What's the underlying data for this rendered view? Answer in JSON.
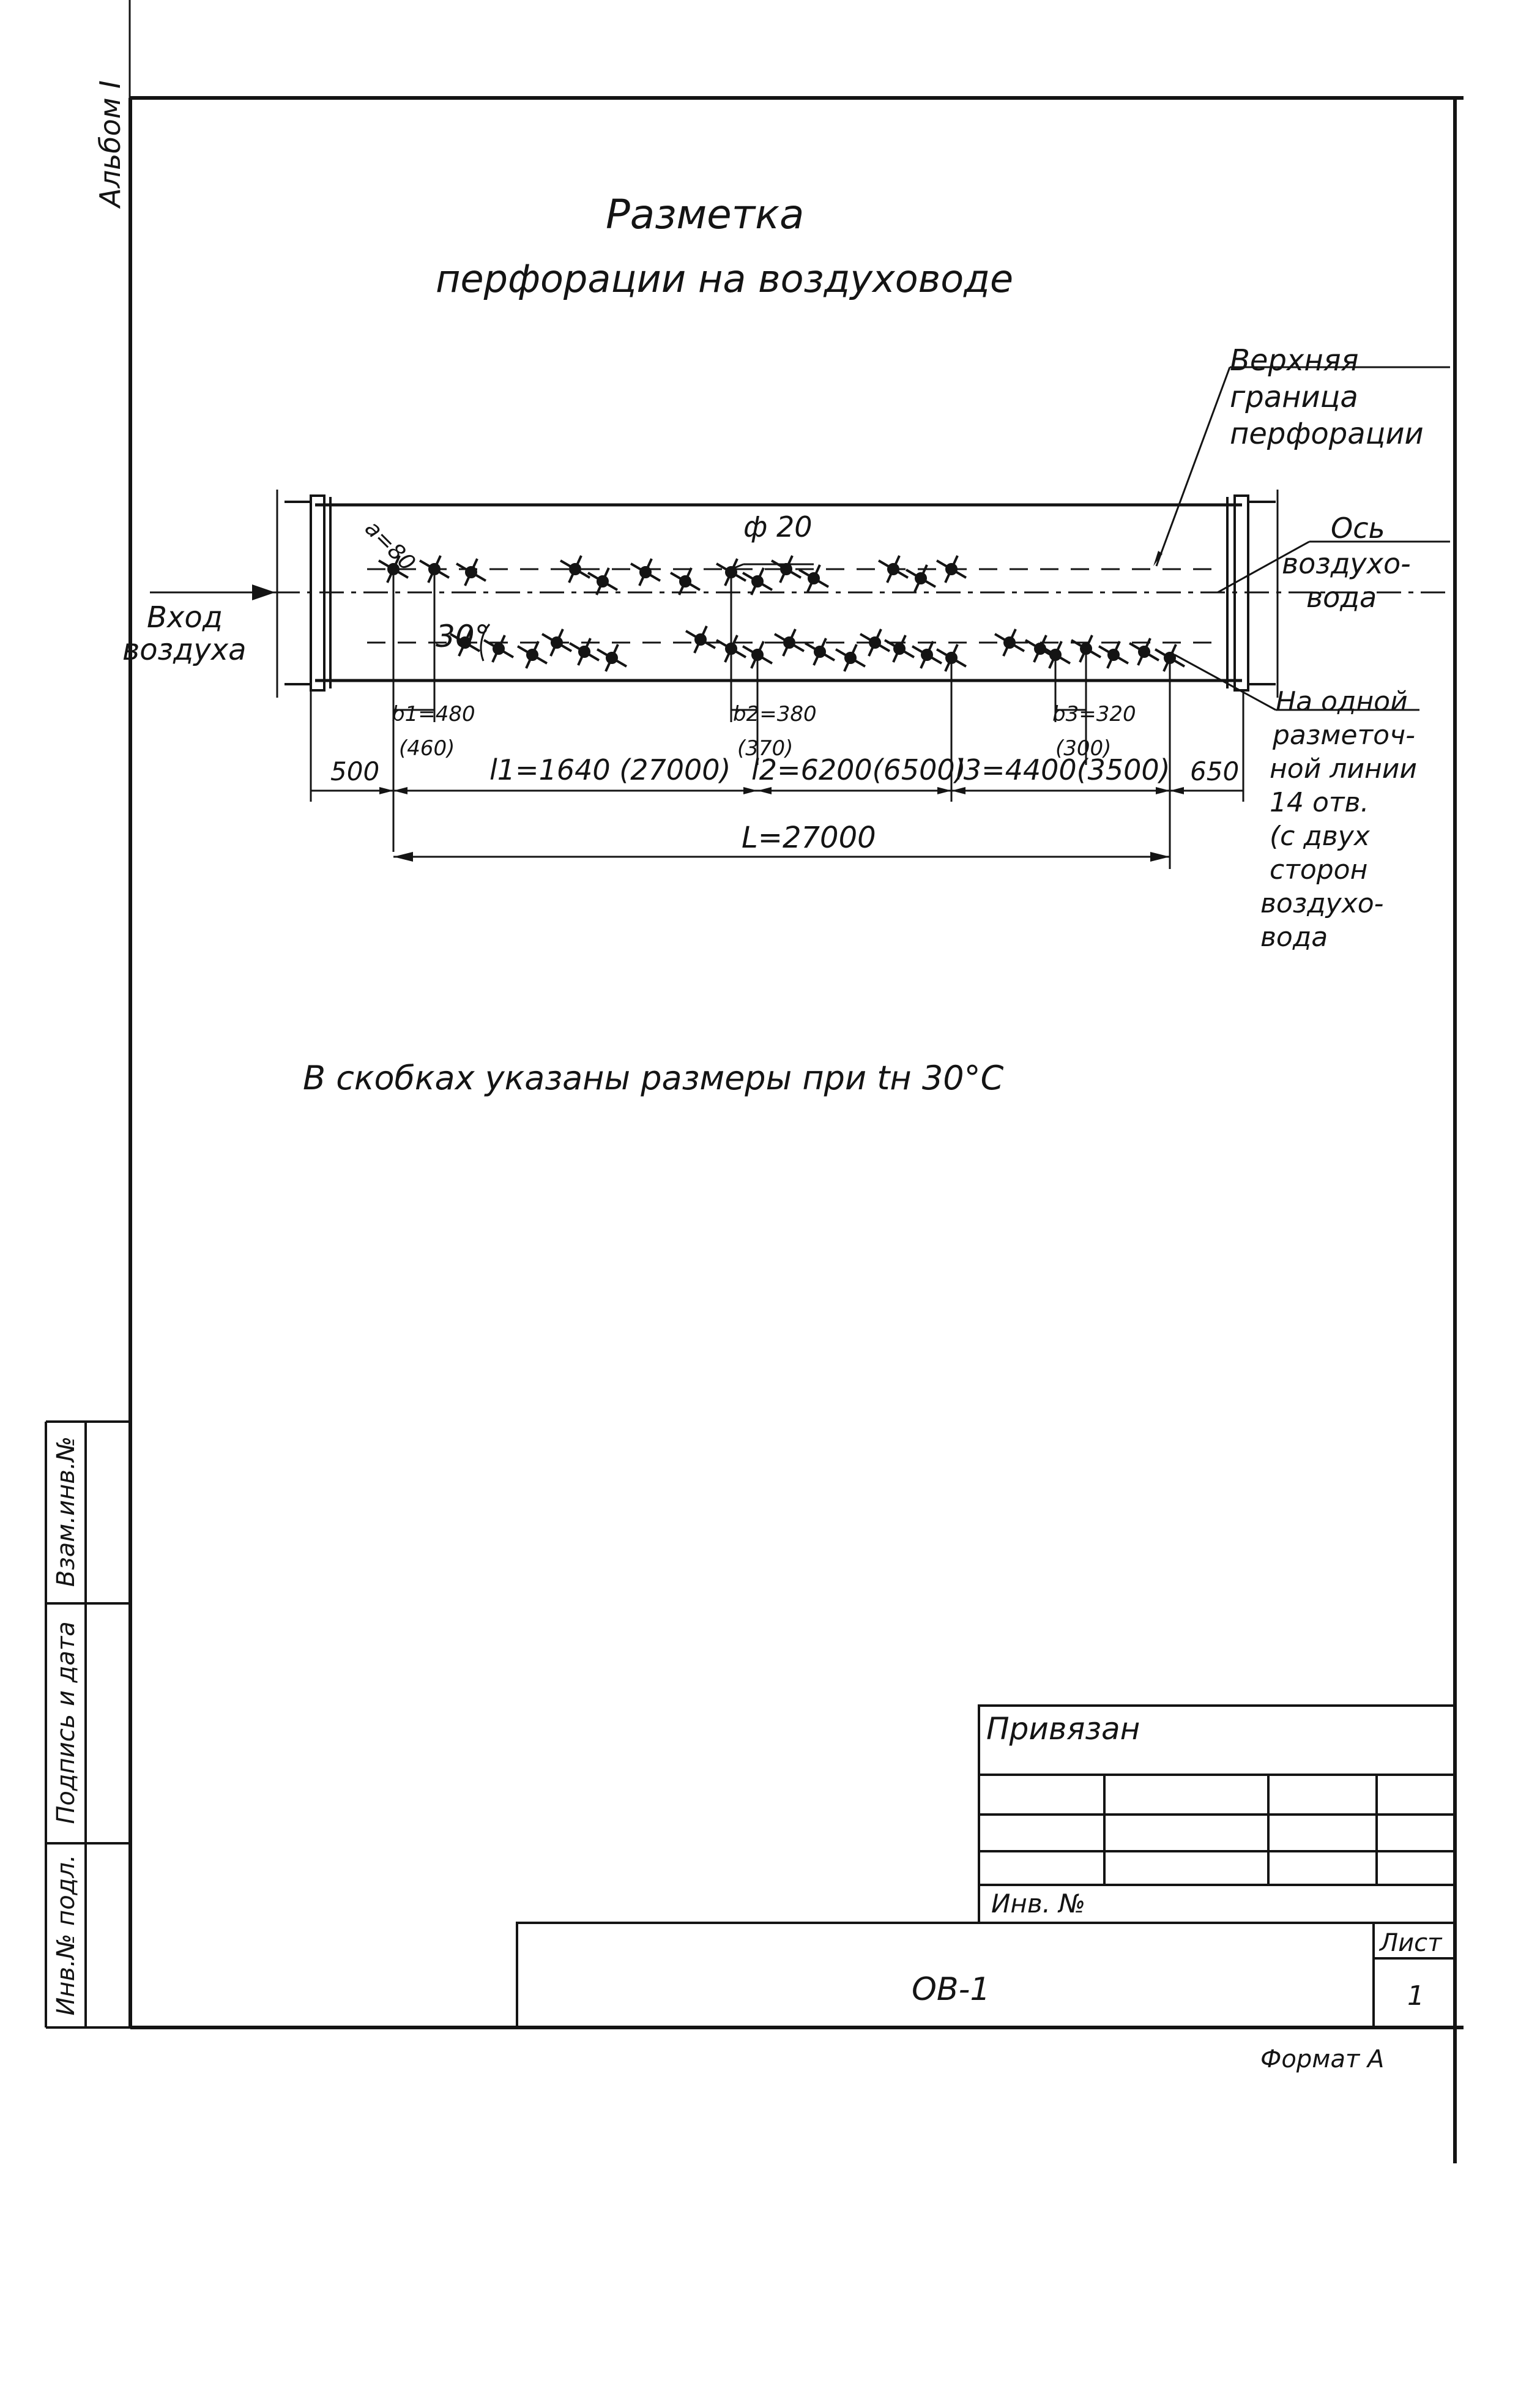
{
  "margin": {
    "album": "Альбом I",
    "vzam_inv": "Взам.инв.№",
    "podpis_data": "Подпись и дата",
    "inv_podl": "Инв.№ подл."
  },
  "title": {
    "line1": "Разметка",
    "line2": "перфорации на воздуховоде"
  },
  "callouts": {
    "upper_boundary": [
      "Верхняя",
      "граница",
      "перфорации"
    ],
    "axis": [
      "Ось",
      "воздухо-",
      "вода"
    ],
    "air_inlet": [
      "Вход",
      "воздуха"
    ],
    "one_line": [
      "На одной",
      "разметоч-",
      "ной линии",
      "14 отв.",
      "(с двух",
      "сторон",
      "воздухо-",
      "вода"
    ]
  },
  "dims": {
    "a": "а=80",
    "phi": "ф 20",
    "angle": "30°",
    "b1": "b1=480",
    "b1_alt": "(460)",
    "b2": "b2=380",
    "b2_alt": "(370)",
    "b3": "b3=320",
    "b3_alt": "(300)",
    "d500": "500",
    "l1": "l1=1640 (27000)",
    "l2": "l2=6200(6500)",
    "l3": "l3=4400(3500)",
    "d650": "650",
    "L": "L=27000"
  },
  "note": "В скобках указаны размеры при tн 30°С",
  "stamp": {
    "privyazan": "Привязан",
    "inv_no": "Инв. №",
    "code": "ОВ-1",
    "list_label": "Лист",
    "list_no": "1",
    "format": "Формат А"
  },
  "colors": {
    "ink": "#141414",
    "paper": "#ffffff"
  }
}
